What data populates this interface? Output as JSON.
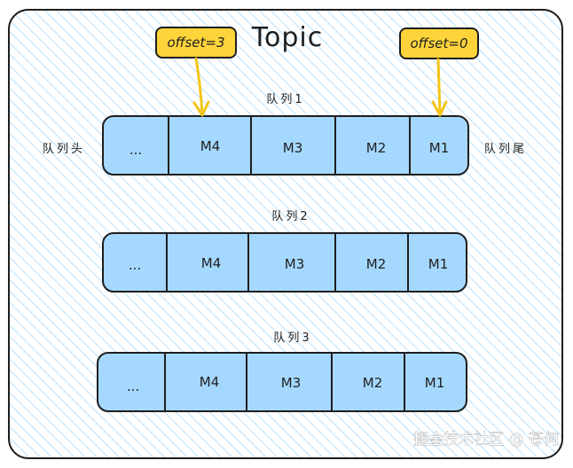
{
  "title": "Topic",
  "queue_head_label": "队列头",
  "queue_tail_label": "队列尾",
  "queues": [
    {
      "label": "队列1",
      "cells": [
        "...",
        "M4",
        "M3",
        "M2",
        "M1"
      ]
    },
    {
      "label": "队列2",
      "cells": [
        "...",
        "M4",
        "M3",
        "M2",
        "M1"
      ]
    },
    {
      "label": "队列3",
      "cells": [
        "...",
        "M4",
        "M3",
        "M2",
        "M1"
      ]
    }
  ],
  "offsets": [
    {
      "label": "offset=3",
      "queue": 0,
      "target_cell": 1
    },
    {
      "label": "offset=0",
      "queue": 0,
      "target_cell": 4
    }
  ],
  "watermark": "掘金技术社区 @ 苍何",
  "colors": {
    "cell_fill": "#a5d8ff",
    "stroke": "#1e1e1e",
    "hatch": "#a5d8ff",
    "offset_fill": "#ffd43b",
    "arrow": "#f5c518"
  }
}
